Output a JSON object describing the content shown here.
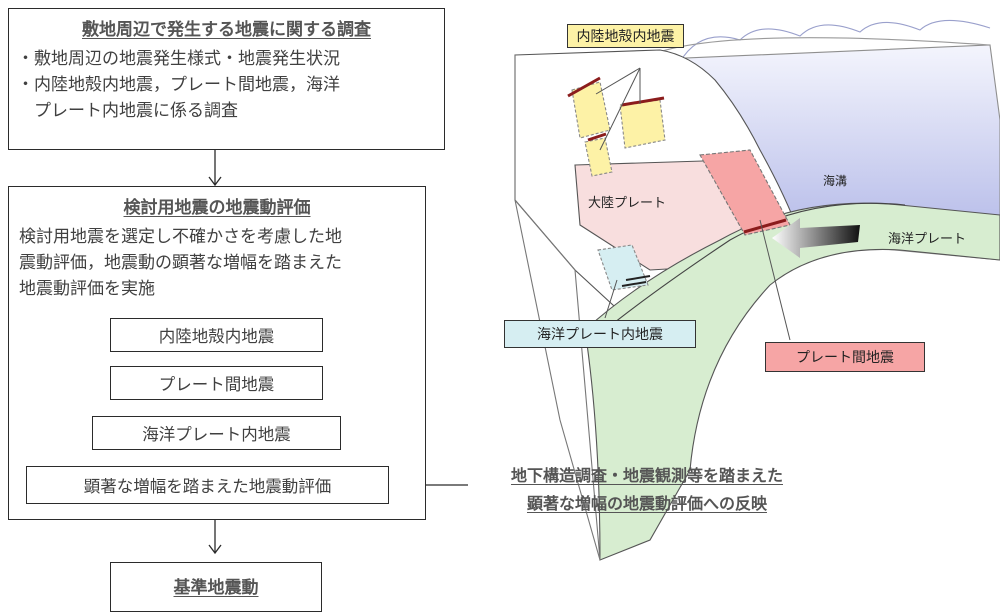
{
  "flow": {
    "survey_box": {
      "title": "敷地周辺で発生する地震に関する調査",
      "lines": [
        "・敷地周辺の地震発生様式・地震発生状況",
        "・内陸地殻内地震，プレート間地震，海洋",
        "　プレート内地震に係る調査"
      ]
    },
    "evaluation_box": {
      "title": "検討用地震の地震動評価",
      "lines": [
        "検討用地震を選定し不確かさを考慮した地",
        "震動評価，地震動の顕著な増幅を踏まえた",
        "地震動評価を実施"
      ],
      "items": [
        "内陸地殻内地震",
        "プレート間地震",
        "海洋プレート内地震",
        "顕著な増幅を踏まえた地震動評価"
      ]
    },
    "reference_note": {
      "lines": [
        "地下構造調査・地震観測等を踏まえた",
        "顕著な増幅の地震動評価への反映"
      ]
    },
    "result_box": {
      "title": "基準地震動"
    }
  },
  "illustration": {
    "labels": {
      "crustal": "内陸地殻内地震",
      "interplate": "プレート間地震",
      "intraslab": "海洋プレート内地震",
      "continental_plate": "大陸プレート",
      "oceanic_plate": "海洋プレート",
      "trench": "海溝"
    },
    "colors": {
      "crustal_fill": "#fdf2a6",
      "interplate_fill": "#f6a5a5",
      "intraslab_fill": "#d6eef2",
      "continental_fill": "#f8dede",
      "oceanic_fill": "#d7edd0",
      "ocean_fill": "#bcc1ea"
    }
  }
}
